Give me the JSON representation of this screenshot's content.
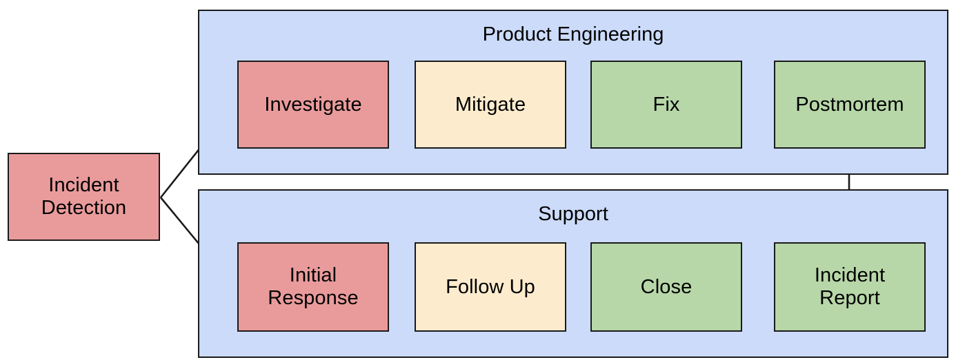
{
  "diagram": {
    "title_text_present": false,
    "palette": {
      "group_fill": "#cbdbf9",
      "stroke": "#1a1a1a",
      "red_fill": "#e99b9b",
      "yellow_fill": "#fceccd",
      "green_fill": "#b7d7a8",
      "canvas": "#ffffff",
      "text": "#000000"
    },
    "entry_node": {
      "label": "Incident\nDetection",
      "fill_name": "red"
    },
    "groups": [
      {
        "name": "product-engineering",
        "title": "Product Engineering",
        "nodes": [
          {
            "label": "Investigate",
            "fill_name": "red"
          },
          {
            "label": "Mitigate",
            "fill_name": "yellow"
          },
          {
            "label": "Fix",
            "fill_name": "green"
          },
          {
            "label": "Postmortem",
            "fill_name": "green"
          }
        ]
      },
      {
        "name": "support",
        "title": "Support",
        "nodes": [
          {
            "label": "Initial\nResponse",
            "fill_name": "red"
          },
          {
            "label": "Follow Up",
            "fill_name": "yellow"
          },
          {
            "label": "Close",
            "fill_name": "green"
          },
          {
            "label": "Incident\nReport",
            "fill_name": "green"
          }
        ]
      }
    ],
    "edges": [
      {
        "from": "Incident Detection",
        "to": "Investigate",
        "style": "diagonal-arrow"
      },
      {
        "from": "Incident Detection",
        "to": "Initial Response",
        "style": "diagonal-arrow"
      },
      {
        "from": "Investigate",
        "to": "Mitigate",
        "style": "horizontal-arrow"
      },
      {
        "from": "Mitigate",
        "to": "Fix",
        "style": "horizontal-arrow"
      },
      {
        "from": "Fix",
        "to": "Postmortem",
        "style": "horizontal-arrow"
      },
      {
        "from": "Initial Response",
        "to": "Follow Up",
        "style": "horizontal-arrow"
      },
      {
        "from": "Follow Up",
        "to": "Close",
        "style": "horizontal-arrow"
      },
      {
        "from": "Close",
        "to": "Incident Report",
        "style": "horizontal-arrow"
      },
      {
        "from": "Postmortem",
        "to": "Incident Report",
        "style": "vertical-arrow"
      }
    ]
  }
}
